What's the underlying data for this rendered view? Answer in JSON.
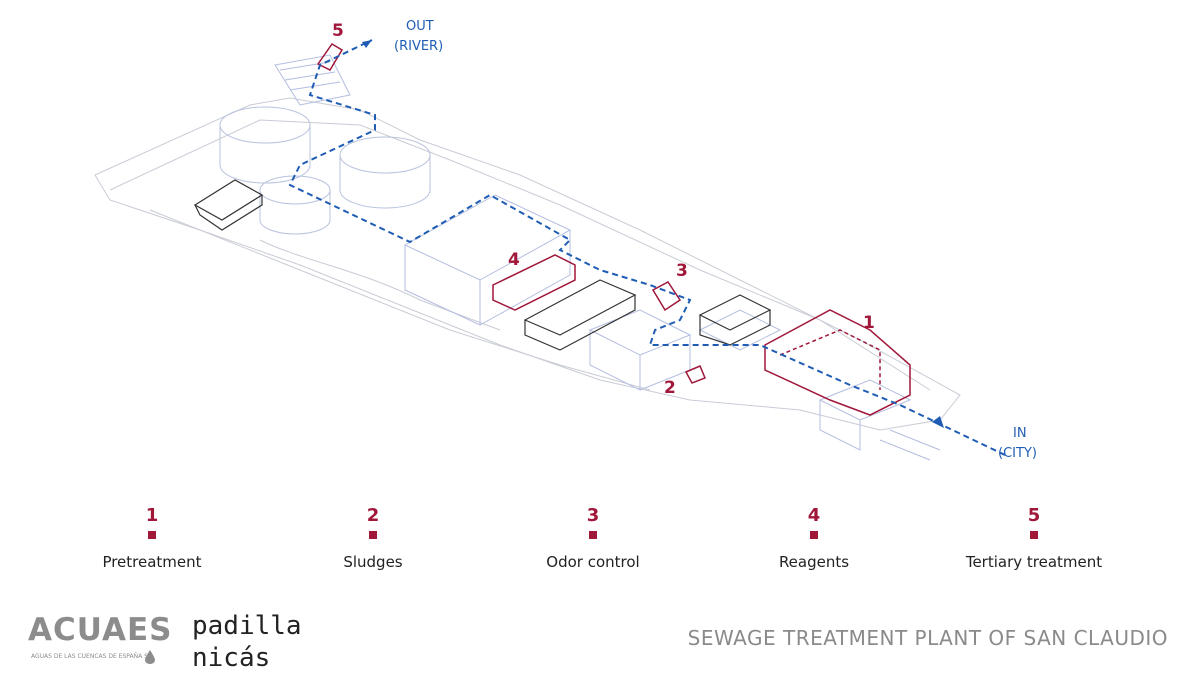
{
  "diagram": {
    "markers": [
      {
        "id": "marker-1",
        "text": "1"
      },
      {
        "id": "marker-2",
        "text": "2"
      },
      {
        "id": "marker-3",
        "text": "3"
      },
      {
        "id": "marker-4",
        "text": "4"
      },
      {
        "id": "marker-5",
        "text": "5"
      }
    ],
    "outlet": {
      "line1": "OUT",
      "line2": "(RIVER)"
    },
    "inlet": {
      "line1": "IN",
      "line2": "(CITY)"
    }
  },
  "legend": [
    {
      "num": "1",
      "label": "Pretreatment"
    },
    {
      "num": "2",
      "label": "Sludges"
    },
    {
      "num": "3",
      "label": "Odor control"
    },
    {
      "num": "4",
      "label": "Reagents"
    },
    {
      "num": "5",
      "label": "Tertiary treatment"
    }
  ],
  "logos": {
    "acuaes": {
      "name": "ACUAES",
      "tagline": "AGUAS DE LAS CUENCAS DE ESPAÑA SA"
    },
    "architect": {
      "line1": "padilla",
      "line2": "nicás"
    }
  },
  "title": "SEWAGE TREATMENT PLANT OF SAN CLAUDIO",
  "colors": {
    "accent": "#a0173a",
    "flow": "#1f5db4",
    "outline": "#9aa6c9",
    "text_gray": "#8a8a8a"
  }
}
